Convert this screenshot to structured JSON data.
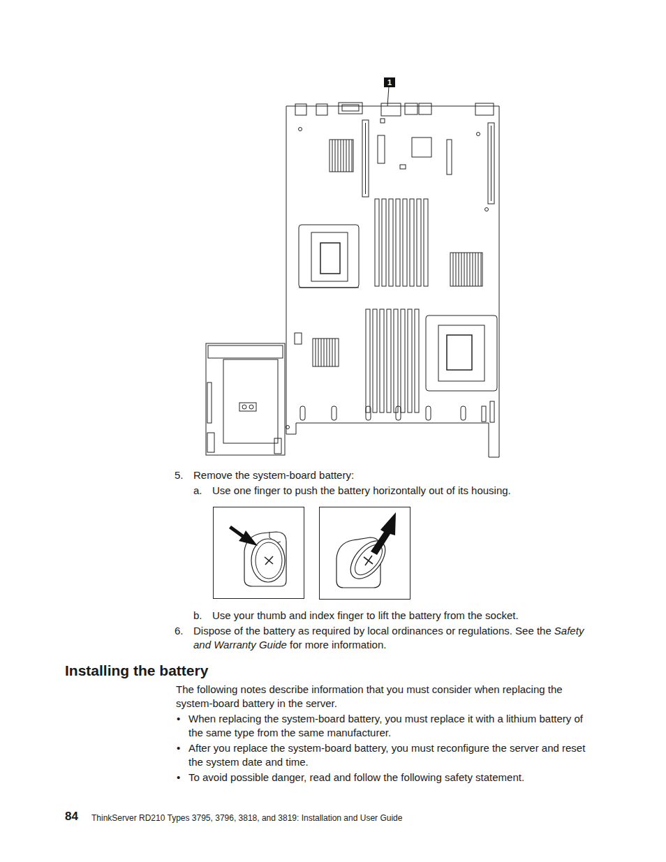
{
  "diagram": {
    "labels": [
      "1",
      "5.",
      "Remove the system-board battery:",
      "a.",
      "Use one finger to push the battery horizontally out of its housing.",
      "b.",
      "Use your thumb and index finger to lift the battery from the socket.",
      "6.",
      "Dispose of the battery as required by local ordinances or regulations. See the",
      "Safety and Warranty Guide",
      "for more information.",
      "Installing the battery",
      "The following notes describe information that you must consider when replacing the system-board battery in the server.",
      "•",
      "When replacing the system-board battery, you must replace it with a lithium battery of the same type from the same manufacturer.",
      "•",
      "After you replace the system-board battery, you must reconfigure the server and reset the system date and time.",
      "•",
      "To avoid possible danger, read and follow the following safety statement.",
      "84",
      "ThinkServer RD210 Types 3795, 3796, 3818, and 3819: Installation and User Guide"
    ]
  }
}
